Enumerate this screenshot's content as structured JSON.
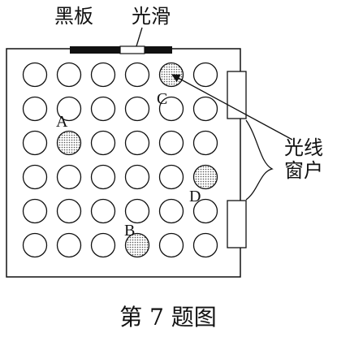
{
  "labels": {
    "blackboard": "黑板",
    "smooth": "光滑",
    "light": "光线",
    "window": "窗户",
    "caption": "第 7 题图"
  },
  "seats": {
    "rows": 6,
    "cols": 6,
    "highlighted": [
      {
        "name": "A",
        "row": 2,
        "col": 1
      },
      {
        "name": "B",
        "row": 5,
        "col": 3
      },
      {
        "name": "C",
        "row": 0,
        "col": 4
      },
      {
        "name": "D",
        "row": 3,
        "col": 5
      }
    ]
  },
  "colors": {
    "line": "#111111",
    "blackboard_fill": "#111111",
    "highlight_fill": "#c9c9c9",
    "background": "#ffffff"
  }
}
